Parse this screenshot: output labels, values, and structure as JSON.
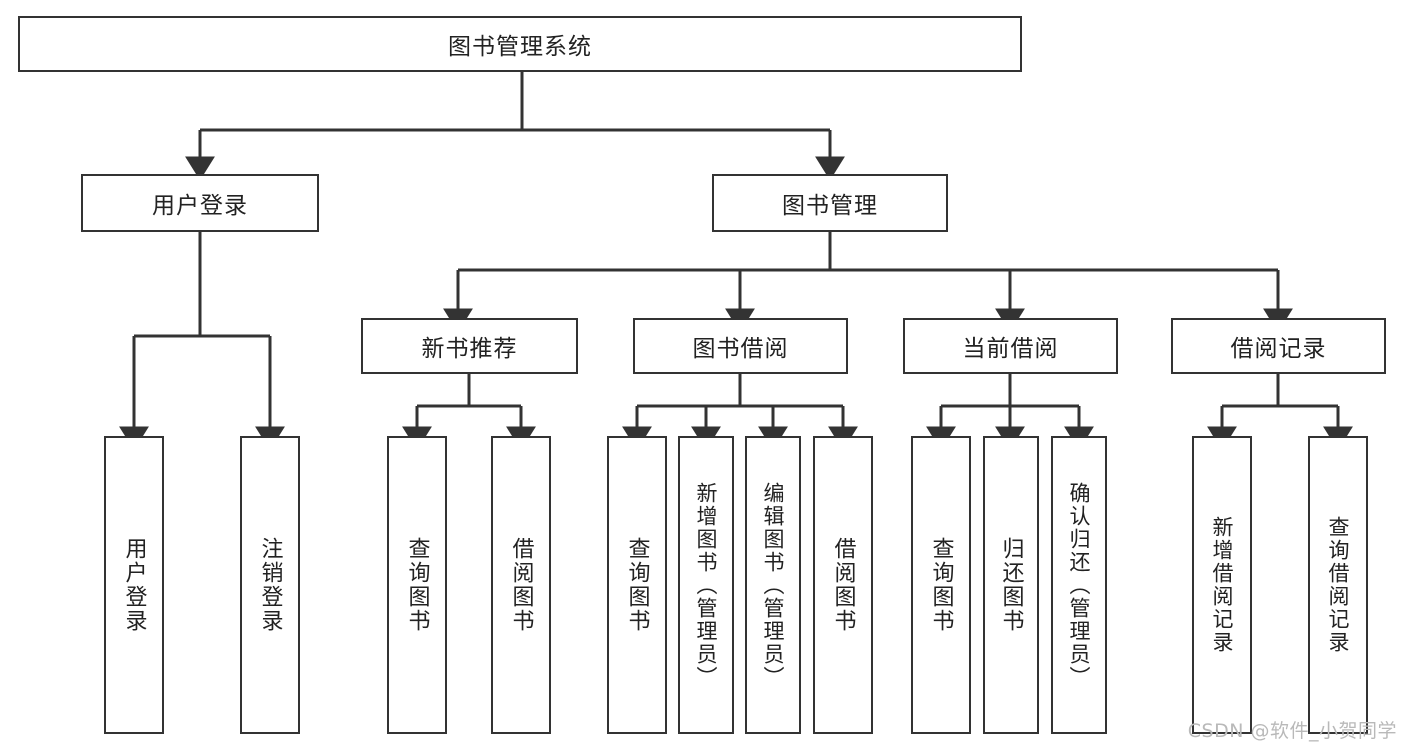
{
  "diagram": {
    "title": "图书管理系统",
    "type": "tree",
    "colors": {
      "background": "#ffffff",
      "border": "#333333",
      "text": "#222222",
      "watermark": "#b9b9b9"
    },
    "root": {
      "label": "图书管理系统"
    },
    "level2": [
      {
        "label": "用户登录"
      },
      {
        "label": "图书管理"
      }
    ],
    "level3": [
      {
        "label": "新书推荐"
      },
      {
        "label": "图书借阅"
      },
      {
        "label": "当前借阅"
      },
      {
        "label": "借阅记录"
      }
    ],
    "leaves": {
      "user_login": [
        {
          "label": "用户登录"
        },
        {
          "label": "注销登录"
        }
      ],
      "new_book": [
        {
          "label": "查询图书"
        },
        {
          "label": "借阅图书"
        }
      ],
      "book_borrow": [
        {
          "label": "查询图书"
        },
        {
          "label": "新增图书（管理员）"
        },
        {
          "label": "编辑图书（管理员）"
        },
        {
          "label": "借阅图书"
        }
      ],
      "current_borrow": [
        {
          "label": "查询图书"
        },
        {
          "label": "归还图书"
        },
        {
          "label": "确认归还（管理员）"
        }
      ],
      "borrow_record": [
        {
          "label": "新增借阅记录"
        },
        {
          "label": "查询借阅记录"
        }
      ]
    }
  },
  "watermark": {
    "text": "CSDN @软件_小贺同学"
  }
}
